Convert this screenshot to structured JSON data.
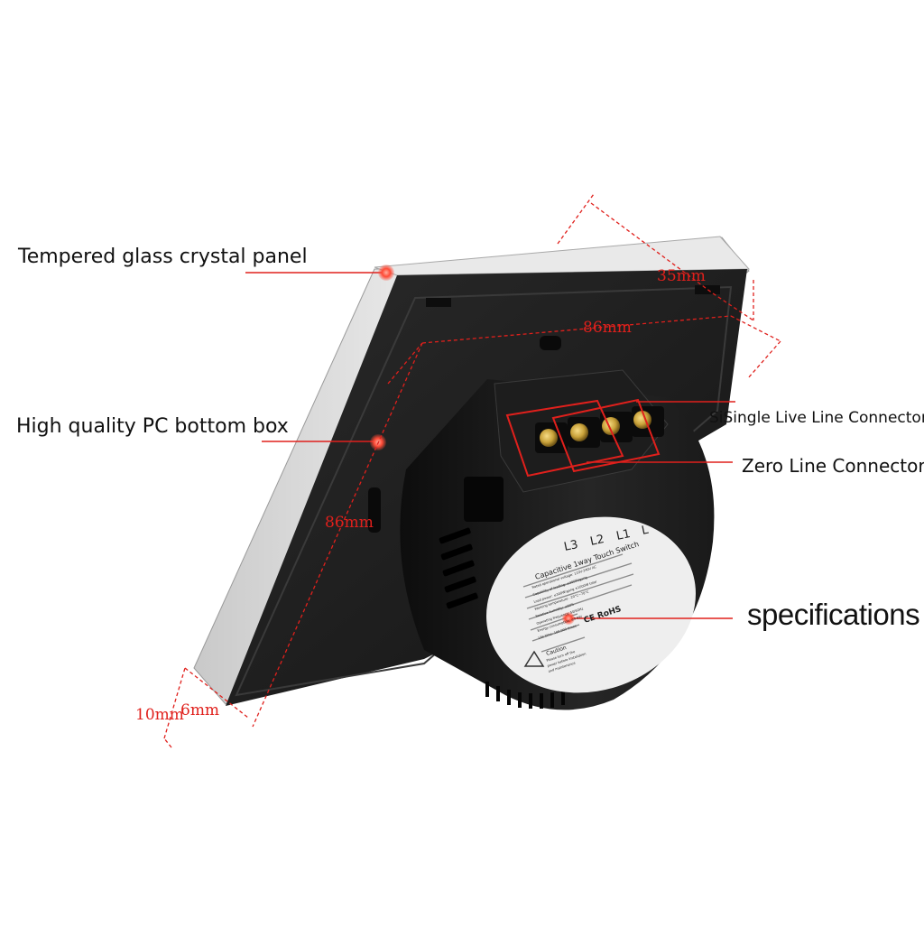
{
  "callouts": {
    "glass_panel": "Tempered glass crystal panel",
    "bottom_box": "High quality PC bottom box",
    "live_connector": "SiSingle Live Line Connector",
    "zero_connector": "Zero Line Connector",
    "specifications": "specifications"
  },
  "dimensions": {
    "depth": "35mm",
    "width": "86mm",
    "height": "86mm",
    "thickness_total": "10mm",
    "thickness_glass": "6mm"
  },
  "terminal_labels": [
    "L3",
    "L2",
    "L1",
    "L"
  ],
  "spec_label": {
    "title": "Capacitive 1way Touch Switch",
    "lines": [
      "Rated operational voltage: 110V-240V AC",
      "Capability of loading: ≤300W/gang",
      "Load power: ≤300W/gang ≤1000W total",
      "Working temperature: -20°C~70°C",
      "Relative humidity: ≤90%",
      "Operating frequency: 50/60Hz",
      "Energy consumption: ≤0.9W",
      "Life time: 100,000 times"
    ],
    "caution_title": "Caution",
    "caution_lines": [
      "Please turn off the",
      "power before installation",
      "and maintenance"
    ],
    "marks": "CE RoHS"
  },
  "colors": {
    "accent": "#e0201c",
    "panel_black": "#1c1c1c",
    "glass_edge": "#d9d9d9",
    "brass": "#c9a23a"
  }
}
